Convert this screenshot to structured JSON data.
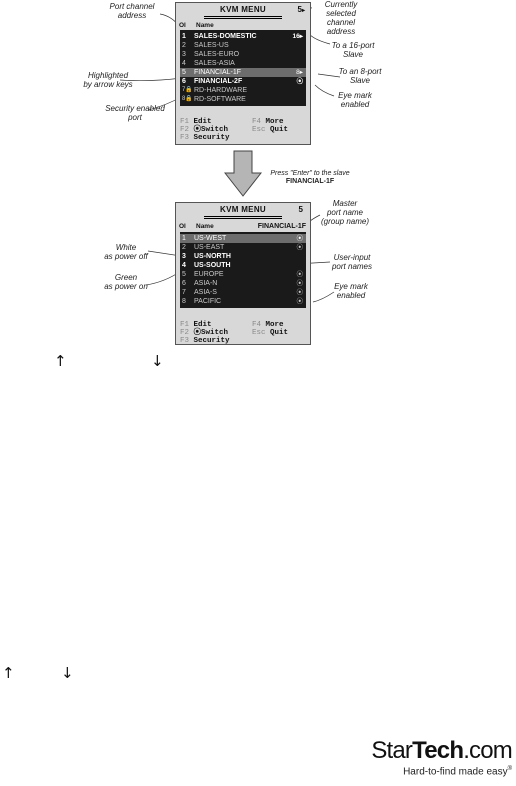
{
  "menu1": {
    "title": "KVM MENU",
    "channel": "5",
    "channel_marker": "▸",
    "header_col1": "Ol",
    "header_col2": "Name",
    "rows": [
      {
        "n": "1",
        "name": "SALES-DOMESTIC",
        "tag": "16▸",
        "style": "bright"
      },
      {
        "n": "2",
        "name": "SALES-US",
        "tag": "",
        "style": ""
      },
      {
        "n": "3",
        "name": "SALES-EURO",
        "tag": "",
        "style": ""
      },
      {
        "n": "4",
        "name": "SALES-ASIA",
        "tag": "",
        "style": ""
      },
      {
        "n": "5",
        "name": "FINANCIAL-1F",
        "tag": "8▸",
        "style": "hl"
      },
      {
        "n": "6",
        "name": "FINANCIAL-2F",
        "tag": "⦿",
        "style": "bright"
      },
      {
        "n": "7🔒",
        "name": "RD-HARDWARE",
        "tag": "",
        "style": ""
      },
      {
        "n": "8🔒",
        "name": "RD-SOFTWARE",
        "tag": "",
        "style": ""
      }
    ],
    "fkeys": [
      {
        "k1": "F1",
        "l1": "Edit",
        "k2": "F4",
        "l2": "More"
      },
      {
        "k1": "F2",
        "l1": "⦿Switch",
        "k2": "Esc",
        "l2": "Quit"
      },
      {
        "k1": "F3",
        "l1": "Security",
        "k2": "",
        "l2": ""
      }
    ]
  },
  "menu2": {
    "title": "KVM MENU",
    "channel": "5",
    "header_col1": "Ol",
    "header_col2": "Name",
    "header_group": "FINANCIAL-1F",
    "rows": [
      {
        "n": "1",
        "name": "US-WEST",
        "tag": "⦿",
        "style": "hl"
      },
      {
        "n": "2",
        "name": "US-EAST",
        "tag": "⦿",
        "style": ""
      },
      {
        "n": "3",
        "name": "US-NORTH",
        "tag": "",
        "style": "bright"
      },
      {
        "n": "4",
        "name": "US-SOUTH",
        "tag": "",
        "style": "bright"
      },
      {
        "n": "5",
        "name": "EUROPE",
        "tag": "⦿",
        "style": ""
      },
      {
        "n": "6",
        "name": "ASIA-N",
        "tag": "⦿",
        "style": ""
      },
      {
        "n": "7",
        "name": "ASIA-S",
        "tag": "⦿",
        "style": ""
      },
      {
        "n": "8",
        "name": "PACIFIC",
        "tag": "⦿",
        "style": ""
      }
    ],
    "fkeys": [
      {
        "k1": "F1",
        "l1": "Edit",
        "k2": "F4",
        "l2": "More"
      },
      {
        "k1": "F2",
        "l1": "⦿Switch",
        "k2": "Esc",
        "l2": "Quit"
      },
      {
        "k1": "F3",
        "l1": "Security",
        "k2": "",
        "l2": ""
      }
    ]
  },
  "annotations1": {
    "port_channel": "Port channel\naddress",
    "current_channel": "Currently\nselected\nchannel\naddress",
    "to16": "To a 16-port\nSlave",
    "highlighted": "Highlighted\nby arrow keys",
    "to8": "To an 8-port\nSlave",
    "eye": "Eye mark\nenabled",
    "security": "Security enabled\nport"
  },
  "enter_note": {
    "line1": "Press \"Enter\" to the slave",
    "line2": "FINANCIAL-1F"
  },
  "annotations2": {
    "master": "Master\nport name\n(group name)",
    "white": "White\nas power off",
    "user_input": "User-input\nport names",
    "green": "Green\nas power on",
    "eye": "Eye mark\nenabled"
  },
  "arrows": {
    "up1": "↑",
    "down1": "↓",
    "up2": "↑",
    "down2": "↓"
  },
  "brand": {
    "name_start": "Star",
    "name_end": "Tech",
    "suffix": ".com",
    "tagline": "Hard-to-find made easy",
    "reg": "®"
  }
}
